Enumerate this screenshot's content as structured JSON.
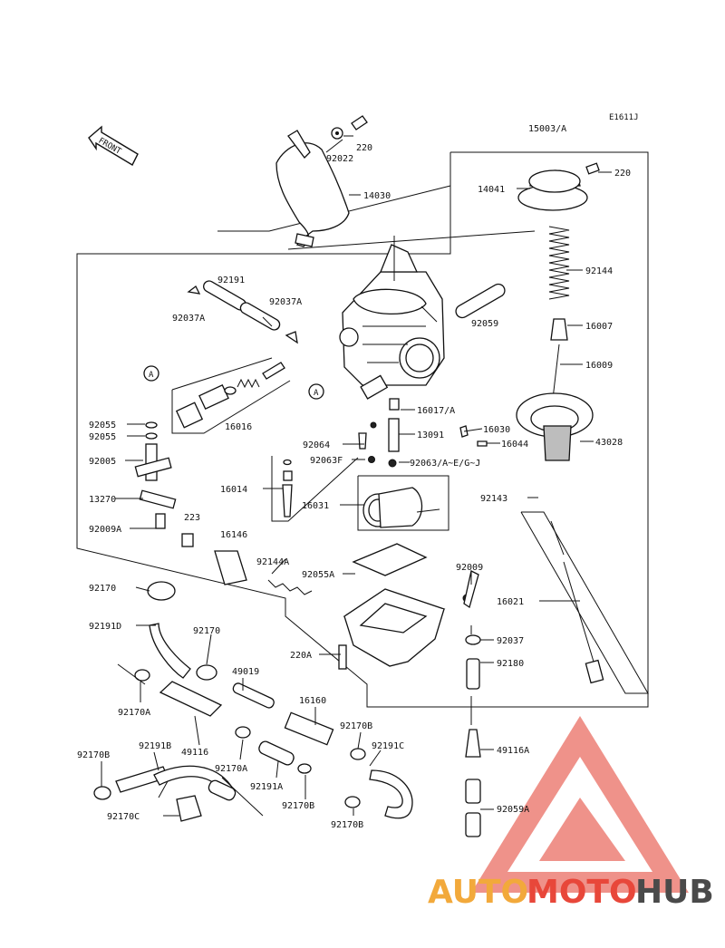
{
  "reference_code": "E1611J",
  "front_label": "FRONT",
  "markers": {
    "a": "A"
  },
  "labels": [
    {
      "text": "220"
    },
    {
      "text": "92022"
    },
    {
      "text": "14030"
    },
    {
      "text": "15003/A"
    },
    {
      "text": "220"
    },
    {
      "text": "14041"
    },
    {
      "text": "92144"
    },
    {
      "text": "16007"
    },
    {
      "text": "16009"
    },
    {
      "text": "43028"
    },
    {
      "text": "92191"
    },
    {
      "text": "92037A"
    },
    {
      "text": "92037A"
    },
    {
      "text": "92059"
    },
    {
      "text": "16017/A"
    },
    {
      "text": "16030"
    },
    {
      "text": "13091"
    },
    {
      "text": "16044"
    },
    {
      "text": "92064"
    },
    {
      "text": "92063F"
    },
    {
      "text": "92063/A~E/G~J"
    },
    {
      "text": "16016"
    },
    {
      "text": "92055"
    },
    {
      "text": "92055"
    },
    {
      "text": "92005"
    },
    {
      "text": "16014"
    },
    {
      "text": "16031"
    },
    {
      "text": "92143"
    },
    {
      "text": "13270"
    },
    {
      "text": "223"
    },
    {
      "text": "92009A"
    },
    {
      "text": "16146"
    },
    {
      "text": "92144A"
    },
    {
      "text": "92055A"
    },
    {
      "text": "92009"
    },
    {
      "text": "16021"
    },
    {
      "text": "92170"
    },
    {
      "text": "92191D"
    },
    {
      "text": "92170"
    },
    {
      "text": "92037"
    },
    {
      "text": "220A"
    },
    {
      "text": "92180"
    },
    {
      "text": "49019"
    },
    {
      "text": "16160"
    },
    {
      "text": "92170A"
    },
    {
      "text": "92170B"
    },
    {
      "text": "92191B"
    },
    {
      "text": "49116"
    },
    {
      "text": "92191C"
    },
    {
      "text": "49116A"
    },
    {
      "text": "92170B"
    },
    {
      "text": "92170A"
    },
    {
      "text": "92191A"
    },
    {
      "text": "92170B"
    },
    {
      "text": "92059A"
    },
    {
      "text": "92170C"
    },
    {
      "text": "92170B"
    }
  ],
  "watermark": {
    "part1": "AUTO",
    "part2": "MOTO",
    "part3": "HUB"
  },
  "colors": {
    "watermark_orange": "#f2a93b",
    "watermark_red": "#e8473a",
    "watermark_gray": "#4a4a4a",
    "line": "#111111"
  }
}
